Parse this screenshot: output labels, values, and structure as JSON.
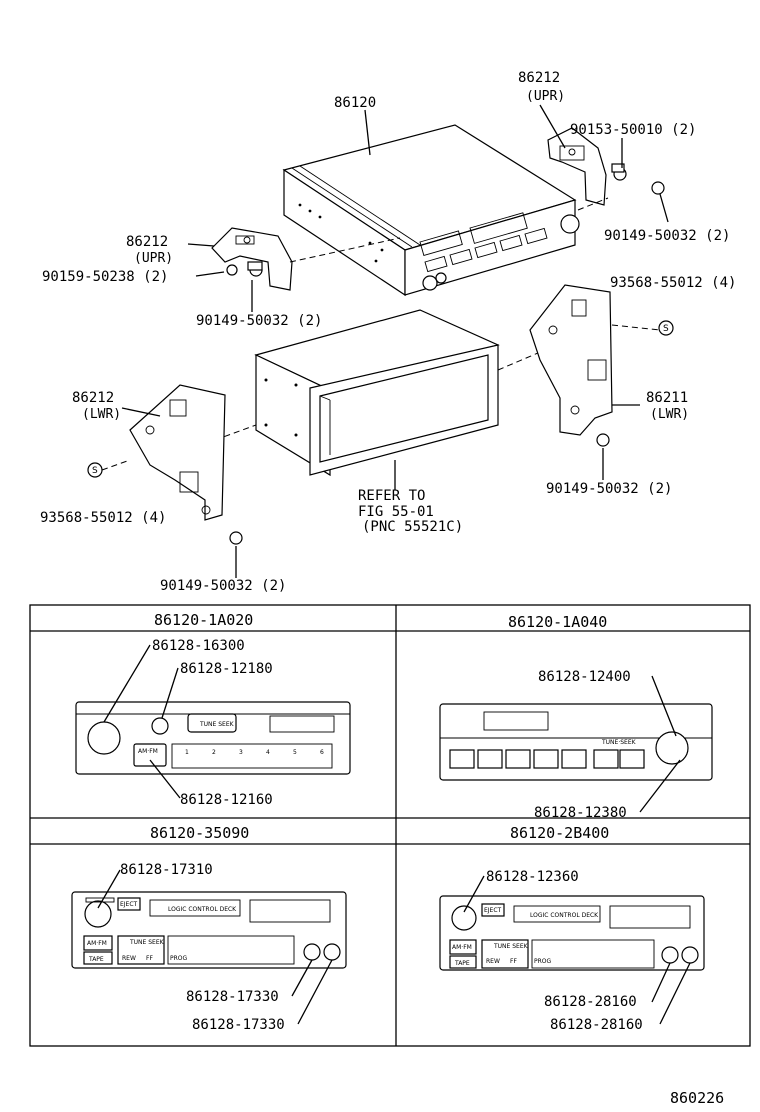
{
  "upper_diagram": {
    "parts": {
      "radio_unit": "86120",
      "bracket_upr_right": "86212",
      "bracket_upr_right_note": "(UPR)",
      "bolt_upr_right_a": "90153-50010 (2)",
      "bolt_upr_right_b": "90149-50032 (2)",
      "bracket_upr_left": "86212",
      "bracket_upr_left_note": "(UPR)",
      "bolt_upr_left_a": "90159-50238 (2)",
      "bolt_upr_left_b": "90149-50032 (2)",
      "screw_right": "93568-55012 (4)",
      "bracket_lwr_right": "86211",
      "bracket_lwr_right_note": "(LWR)",
      "bolt_lwr_right": "90149-50032 (2)",
      "bracket_lwr_left": "86212",
      "bracket_lwr_left_note": "(LWR)",
      "screw_left": "93568-55012 (4)",
      "bolt_lwr_left": "90149-50032 (2)",
      "refer_line1": "REFER TO",
      "refer_line2": "FIG 55-01",
      "refer_line3": "(PNC 55521C)",
      "screw_symbol": "S"
    }
  },
  "variants": [
    {
      "model": "86120-1A020",
      "callouts": [
        "86128-16300",
        "86128-12180",
        "86128-12160"
      ],
      "faceplate": {
        "btn_am_fm": "AM·FM",
        "btn_tune": "TUNE SEEK",
        "presets": [
          "1",
          "2",
          "3",
          "4",
          "5",
          "6"
        ]
      }
    },
    {
      "model": "86120-1A040",
      "callouts": [
        "86128-12400",
        "86128-12380"
      ],
      "faceplate": {
        "btn_tune": "TUNE·SEEK"
      }
    },
    {
      "model": "86120-35090",
      "callouts": [
        "86128-17310",
        "86128-17330",
        "86128-17330"
      ],
      "faceplate": {
        "btn_eject": "EJECT",
        "logic": "LOGIC CONTROL DECK",
        "btn_am_fm": "AM·FM",
        "btn_tape": "TAPE",
        "btn_tune": "TUNE SEEK",
        "btn_rew": "REW",
        "btn_ff": "FF",
        "prog": "PROG"
      }
    },
    {
      "model": "86120-2B400",
      "callouts": [
        "86128-12360",
        "86128-28160",
        "86128-28160"
      ],
      "faceplate": {
        "btn_eject": "EJECT",
        "logic": "LOGIC CONTROL DECK",
        "btn_am_fm": "AM·FM",
        "btn_tape": "TAPE",
        "btn_tune": "TUNE SEEK",
        "btn_rew": "REW",
        "btn_ff": "FF",
        "prog": "PROG"
      }
    }
  ],
  "figure_number": "860226"
}
